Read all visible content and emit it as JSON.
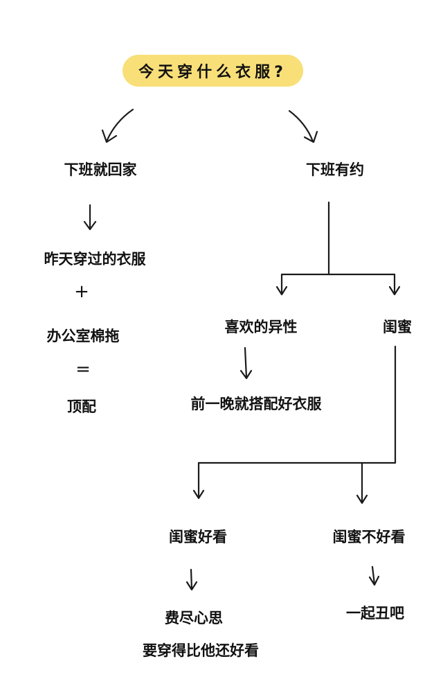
{
  "title": "今天穿什么衣服?",
  "accent_color": "#f8df78",
  "branches": {
    "left": {
      "label": "下班就回家",
      "items": [
        "昨天穿过的衣服",
        "+",
        "办公室棉拖",
        "=",
        "顶配"
      ]
    },
    "right": {
      "label": "下班有约",
      "crush": {
        "label": "喜欢的异性",
        "result": "前一晚就搭配好衣服"
      },
      "bestie": {
        "label": "闺蜜",
        "pretty": {
          "label": "闺蜜好看",
          "result_line1": "费尽心思",
          "result_line2": "要穿得比他还好看"
        },
        "not_pretty": {
          "label": "闺蜜不好看",
          "result": "一起丑吧"
        }
      }
    }
  }
}
